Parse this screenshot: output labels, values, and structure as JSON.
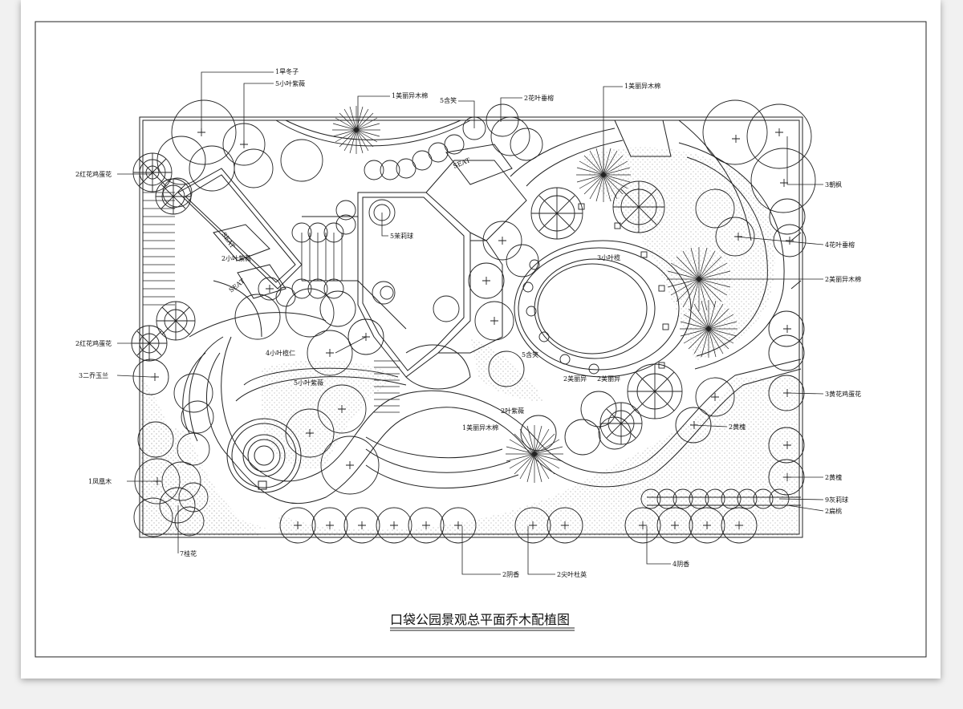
{
  "title": "口袋公园景观总平面乔木配植图",
  "seat_label": "SEAT",
  "labels": [
    {
      "id": "l1",
      "text": "1旱冬子"
    },
    {
      "id": "l2",
      "text": "5小叶紫薇"
    },
    {
      "id": "l3",
      "text": "1美丽异木棉"
    },
    {
      "id": "l4",
      "text": "5含笑"
    },
    {
      "id": "l5",
      "text": "2花叶垂榕"
    },
    {
      "id": "l6",
      "text": "1美丽异木棉"
    },
    {
      "id": "l7",
      "text": "2红花鸡蛋花"
    },
    {
      "id": "l8",
      "text": "3朝枫"
    },
    {
      "id": "l9",
      "text": "5茉莉球"
    },
    {
      "id": "l10",
      "text": "4花叶垂榕"
    },
    {
      "id": "l11",
      "text": "2美丽异木棉"
    },
    {
      "id": "l12",
      "text": "2红花鸡蛋花"
    },
    {
      "id": "l13",
      "text": "3二乔玉兰"
    },
    {
      "id": "l14",
      "text": "4小叶榄仁"
    },
    {
      "id": "l15",
      "text": "3黄花鸡蛋花"
    },
    {
      "id": "l16",
      "text": "2黄槐"
    },
    {
      "id": "l17",
      "text": "1凤凰木"
    },
    {
      "id": "l18",
      "text": "2黄槐"
    },
    {
      "id": "l19",
      "text": "9灰莉球"
    },
    {
      "id": "l20",
      "text": "2扁桃"
    },
    {
      "id": "l21",
      "text": "7桂花"
    },
    {
      "id": "l22",
      "text": "2阴香"
    },
    {
      "id": "l23",
      "text": "2尖叶杜英"
    },
    {
      "id": "l24",
      "text": "4阴香"
    },
    {
      "id": "l25",
      "text": "2美丽异"
    },
    {
      "id": "l26",
      "text": "3小叶榄"
    },
    {
      "id": "l27",
      "text": "5含笑"
    },
    {
      "id": "l28",
      "text": "2叶紫薇"
    },
    {
      "id": "l29",
      "text": "1美丽异木棉"
    },
    {
      "id": "l30",
      "text": "2小叶紫薇"
    },
    {
      "id": "l31",
      "text": "5小叶紫薇"
    },
    {
      "id": "l32",
      "text": "2美丽异"
    }
  ]
}
